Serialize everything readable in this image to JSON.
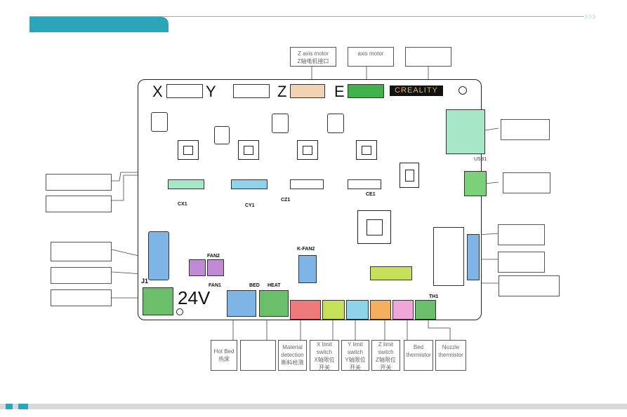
{
  "header": {
    "chevrons": "›››"
  },
  "callouts": {
    "z_motor": {
      "line1": "Z axis motor",
      "line2": "Z轴电机接口"
    },
    "e_motor": {
      "line1": "axis motor"
    }
  },
  "board": {
    "axis_letters": {
      "x": "X",
      "y": "Y",
      "z": "Z",
      "e": "E"
    },
    "logo_text": "CREALITY",
    "usb_label": "USB1",
    "connectors": {
      "cx1": "CX1",
      "cy1": "CY1",
      "cz1": "CZ1",
      "ce1": "CE1",
      "fan1": "FAN1",
      "fan2": "FAN2",
      "kfan2": "K-FAN2",
      "bed": "BED",
      "heat": "HEAT",
      "j1": "J1",
      "th1": "TH1",
      "voltage": "24V",
      "plus": "+",
      "minus": "−"
    }
  },
  "bottom_labels": {
    "hot_bed": {
      "line1": "Hot Bed",
      "line2": "热床"
    },
    "material": {
      "line1": "Material",
      "line2": "detection",
      "line3": "断料检测"
    },
    "x_limit": {
      "line1": "X limit",
      "line2": "switch",
      "line3": "X轴限位",
      "line4": "开关"
    },
    "y_limit": {
      "line1": "Y limit",
      "line2": "switch",
      "line3": "Y轴限位",
      "line4": "开关"
    },
    "z_limit": {
      "line1": "Z limit",
      "line2": "switch",
      "line3": "Z轴限位",
      "line4": "开关"
    },
    "bed_thermistor": {
      "line1": "Bed",
      "line2": "thermistor"
    },
    "nozzle_thermistor": {
      "line1": "Nozzle",
      "line2": "thermistor"
    }
  },
  "colors": {
    "accent": "#2aa6b9",
    "motor_orange": "#f3d3b3",
    "motor_green": "#3fb24a",
    "usb_green": "#a8e6c8",
    "blue": "#7fb4e6",
    "purple": "#c08ad6",
    "red": "#f07a7a",
    "lime": "#c7e05a",
    "cyan": "#8fd3ea",
    "orange": "#f5ad5e",
    "pink": "#f0a6d9",
    "dkgreen": "#6bbf6b"
  }
}
